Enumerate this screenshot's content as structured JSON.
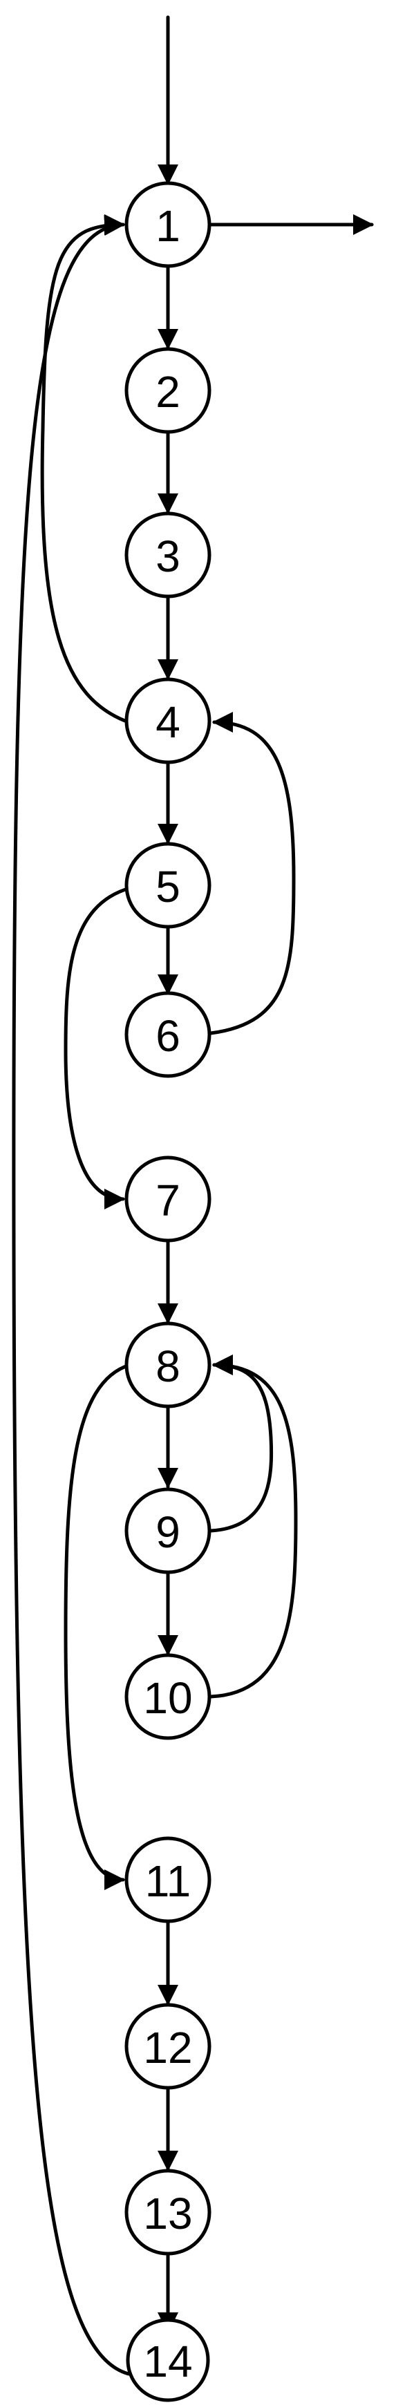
{
  "diagram": {
    "type": "control-flow-graph",
    "nodes": [
      {
        "id": "1",
        "label": "1"
      },
      {
        "id": "2",
        "label": "2"
      },
      {
        "id": "3",
        "label": "3"
      },
      {
        "id": "4",
        "label": "4"
      },
      {
        "id": "5",
        "label": "5"
      },
      {
        "id": "6",
        "label": "6"
      },
      {
        "id": "7",
        "label": "7"
      },
      {
        "id": "8",
        "label": "8"
      },
      {
        "id": "9",
        "label": "9"
      },
      {
        "id": "10",
        "label": "10"
      },
      {
        "id": "11",
        "label": "11"
      },
      {
        "id": "12",
        "label": "12"
      },
      {
        "id": "13",
        "label": "13"
      },
      {
        "id": "14",
        "label": "14"
      }
    ],
    "edges": [
      {
        "from": "entry",
        "to": "1"
      },
      {
        "from": "1",
        "to": "exit"
      },
      {
        "from": "1",
        "to": "2"
      },
      {
        "from": "2",
        "to": "3"
      },
      {
        "from": "3",
        "to": "4"
      },
      {
        "from": "4",
        "to": "1"
      },
      {
        "from": "4",
        "to": "5"
      },
      {
        "from": "5",
        "to": "6"
      },
      {
        "from": "5",
        "to": "7"
      },
      {
        "from": "6",
        "to": "4"
      },
      {
        "from": "7",
        "to": "8"
      },
      {
        "from": "8",
        "to": "9"
      },
      {
        "from": "8",
        "to": "11"
      },
      {
        "from": "9",
        "to": "8"
      },
      {
        "from": "9",
        "to": "10"
      },
      {
        "from": "10",
        "to": "8"
      },
      {
        "from": "11",
        "to": "12"
      },
      {
        "from": "12",
        "to": "13"
      },
      {
        "from": "13",
        "to": "14"
      },
      {
        "from": "14",
        "to": "1"
      }
    ],
    "colors": {
      "stroke": "#000000",
      "fill": "#ffffff"
    }
  }
}
